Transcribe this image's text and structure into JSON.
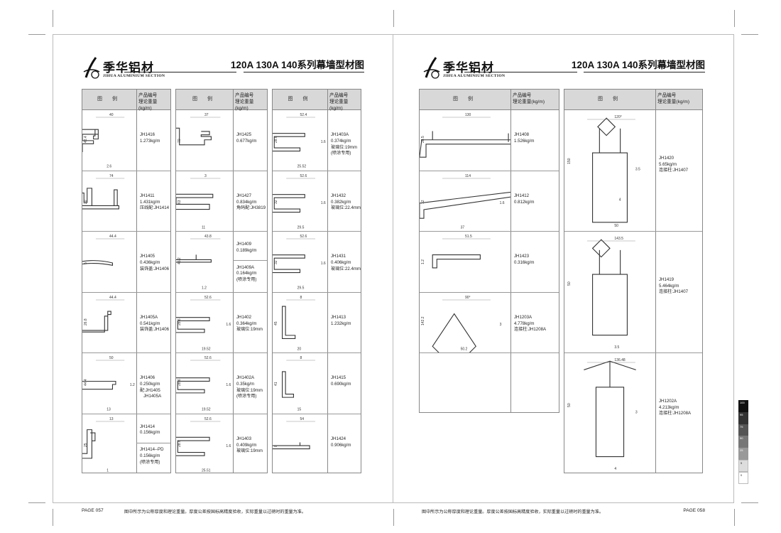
{
  "brand": {
    "name": "季华铝材",
    "english": "JIHUA ALUMINIUM SECTION"
  },
  "title": "120A 130A 140系列幕墙型材图",
  "header": {
    "figure": "图  例",
    "code_line1": "产品编号",
    "code_line2": "理论重量(kg/m)"
  },
  "footer": {
    "note": "图中所示为公称厚度和理论重量。厚度公差按国标高精度验收，实际重量以过磅时的重量为准。",
    "page_left": "PAGE 057",
    "page_right": "PAGE 058"
  },
  "color_bar": [
    "100",
    "95",
    "75",
    "50",
    "25",
    "5",
    "0"
  ],
  "left_columns": [
    {
      "rows": [
        {
          "text": "JH1416\n1.273kg/m",
          "dims": [
            "40",
            "46.4",
            "2.6"
          ]
        },
        {
          "text": "JH1411\n1.431kg/m\n压线配:JH1414",
          "dims": [
            "74",
            "20"
          ]
        },
        {
          "text": "JH1405\n0.436kg/m\n装饰盖:JH1406",
          "dims": [
            "44.4",
            "5"
          ]
        },
        {
          "text": "JH1405A\n0.541kg/m\n装饰盖:JH1406",
          "dims": [
            "44.4",
            "26.8"
          ]
        },
        {
          "text": "JH1406\n0.250kg/m\n配:JH1405\n   JH1405A",
          "dims": [
            "50",
            "44.4",
            "13",
            "1.2"
          ]
        },
        {
          "text": "JH1414\n0.156kg/m",
          "dims": [
            "13",
            "25",
            "1"
          ],
          "sub": "JH1414--PD\n0.156kg/m\n(喷涂专用)"
        }
      ]
    },
    {
      "rows": [
        {
          "text": "JH1425\n0.677kg/m",
          "dims": [
            "37",
            "70"
          ]
        },
        {
          "text": "JH1427\n0.834kg/m\n角码配:JH3819",
          "dims": [
            "3",
            "63",
            "11"
          ]
        },
        {
          "text": "JH1409\n0.189kg/m",
          "dims": [
            "43.8",
            "45.2",
            "1.2"
          ],
          "sub": "JH1409A\n0.164kg/m\n(喷涂专用)"
        },
        {
          "text": "JH1402\n0.364kg/m\n玻璃位:19mm",
          "dims": [
            "52.6",
            "28.6",
            "19.52",
            "1.6"
          ]
        },
        {
          "text": "JH1402A\n0.35kg/m\n玻璃位:19mm\n(喷涂专用)",
          "dims": [
            "52.6",
            "28.6",
            "19.52",
            "1.6"
          ]
        },
        {
          "text": "JH1403\n0.409kg/m\n玻璃位:19mm",
          "dims": [
            "52.6",
            "28.6",
            "25.51",
            "1.6"
          ]
        }
      ]
    },
    {
      "rows": [
        {
          "text": "JH1403A\n0.374kg/m\n玻璃位:19mm\n(喷涂专用)",
          "dims": [
            "52.4",
            "28.6",
            "25.52",
            "1.6"
          ]
        },
        {
          "text": "JH1432\n0.382kg/m\n玻璃位:22.4mm",
          "dims": [
            "52.6",
            "32",
            "29.5",
            "1.6"
          ]
        },
        {
          "text": "JH1431\n0.406kg/m\n玻璃位:22.4mm",
          "dims": [
            "52.6",
            "32",
            "29.5",
            "1.6"
          ]
        },
        {
          "text": "JH1413\n1.232kg/m",
          "dims": [
            "8",
            "45",
            "20"
          ]
        },
        {
          "text": "JH1415\n0.690kg/m",
          "dims": [
            "8",
            "41",
            "15"
          ]
        },
        {
          "text": "JH1424\n0.906kg/m",
          "dims": [
            "54",
            "8"
          ]
        }
      ]
    }
  ],
  "right_col1": [
    {
      "text": "JH1408\n1.526kg/m",
      "dims": [
        "130",
        "28.5"
      ]
    },
    {
      "text": "JH1412\n0.812kg/m",
      "dims": [
        "114",
        "12",
        "37",
        "1.6"
      ]
    },
    {
      "text": "JH1423\n0.316kg/m",
      "dims": [
        "51.5",
        "1.2"
      ]
    },
    {
      "text": "JH1203A\n4.778kg/m\n连接柱:JH1208A",
      "dims": [
        "90°",
        "142.2",
        "50.2",
        "3"
      ]
    },
    {
      "text": "",
      "dims": []
    }
  ],
  "right_col2": [
    {
      "text": "JH1420\n5.65kg/m\n连接柱:JH1407",
      "dims": [
        "120°",
        "150",
        "50",
        "3.5",
        "4"
      ]
    },
    {
      "text": "JH1419\n5.464kg/m\n连接柱:JH1407",
      "dims": [
        "143.5",
        "50",
        "3.5"
      ]
    },
    {
      "text": "JH1202A\n4.213kg/m\n连接柱:JH1208A",
      "dims": [
        "136.48",
        "50",
        "4",
        "3"
      ]
    }
  ]
}
